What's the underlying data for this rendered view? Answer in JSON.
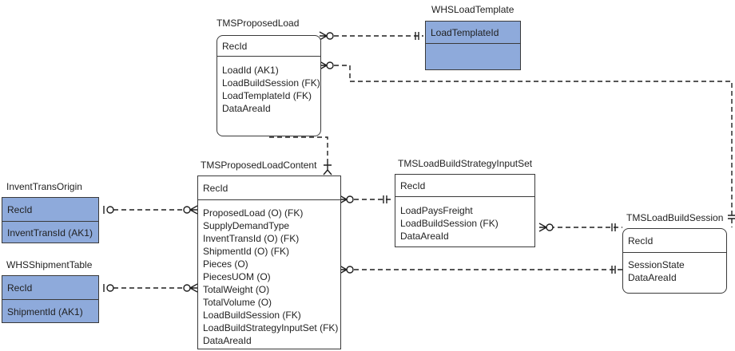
{
  "entities": {
    "tms_proposed_load": {
      "title": "TMSProposedLoad",
      "pk": "RecId",
      "attributes": [
        "LoadId (AK1)",
        "LoadBuildSession (FK)",
        "LoadTemplateId (FK)",
        "DataAreaId"
      ]
    },
    "whs_load_template": {
      "title": "WHSLoadTemplate",
      "pk": "LoadTemplateId",
      "attributes": []
    },
    "tms_proposed_load_content": {
      "title": "TMSProposedLoadContent",
      "pk": "RecId",
      "attributes": [
        "ProposedLoad (O) (FK)",
        "SupplyDemandType",
        "InventTransId (O) (FK)",
        "ShipmentId (O) (FK)",
        "Pieces (O)",
        "PiecesUOM (O)",
        "TotalWeight (O)",
        "TotalVolume (O)",
        "LoadBuildSession (FK)",
        "LoadBuildStrategyInputSet (FK)",
        "DataAreaId"
      ]
    },
    "tms_load_build_strategy_input_set": {
      "title": "TMSLoadBuildStrategyInputSet",
      "pk": "RecId",
      "attributes": [
        "LoadPaysFreight",
        "LoadBuildSession (FK)",
        "DataAreaId"
      ]
    },
    "tms_load_build_session": {
      "title": "TMSLoadBuildSession",
      "pk": "RecId",
      "attributes": [
        "SessionState",
        "DataAreaId"
      ]
    },
    "invent_trans_origin": {
      "title": "InventTransOrigin",
      "pk": "RecId",
      "attributes": [
        "InventTransId (AK1)"
      ]
    },
    "whs_shipment_table": {
      "title": "WHSShipmentTable",
      "pk": "RecId",
      "attributes": [
        "ShipmentId (AK1)"
      ]
    }
  },
  "colors": {
    "entity_fill_blue": "#8eaadb",
    "line": "#1f1f1f",
    "border": "#3a3a3a"
  }
}
